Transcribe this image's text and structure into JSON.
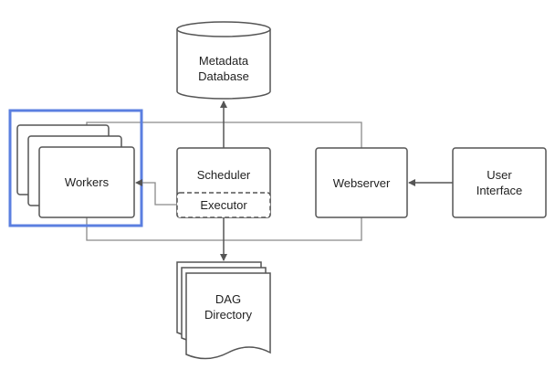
{
  "diagram": {
    "nodes": {
      "metadata_db": "Metadata\nDatabase",
      "workers": "Workers",
      "scheduler": "Scheduler",
      "executor": "Executor",
      "webserver": "Webserver",
      "user_interface": "User\nInterface",
      "dag_directory": "DAG\nDirectory"
    },
    "colors": {
      "stroke": "#555555",
      "connector": "#888888",
      "highlight": "#5b7fe0",
      "text": "#222222"
    }
  }
}
